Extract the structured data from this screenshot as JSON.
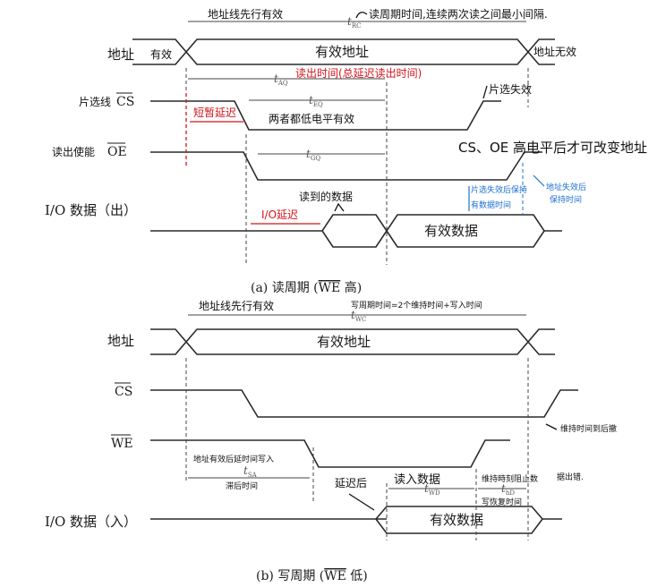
{
  "read": {
    "caption": "(a) 读周期 (WE 高)",
    "caption_main": "(a) 读周期 (",
    "caption_we": "WE",
    "caption_end": " 高)",
    "labels": {
      "addr": "地址",
      "cs": "片选线",
      "cs_sig": "CS",
      "oe": "读出使能",
      "oe_sig": "OE",
      "io": "I/O 数据（出）"
    },
    "boxes": {
      "addr": "有效地址",
      "data": "有效数据"
    },
    "timing": {
      "rc": "RC",
      "aq": "AQ",
      "eq": "EQ",
      "gq": "GQ"
    },
    "notes": {
      "addr_first": "地址线先行有效",
      "trc": "读周期时间,连续两次读之间最小间隔.",
      "invalid_left": "有效",
      "invalid_right": "地址无效",
      "taq": "读出时间(总延迟读出时间)",
      "cs_delay": "短暂延迟",
      "both_valid": "两者都低电平有效",
      "cs_invalid": "片选失效",
      "change": "CS、OE 高电平后才可改变地址",
      "read_data": "读到的数据",
      "io_delay": "I/O延迟",
      "hold1a": "片选失效后保持",
      "hold1b": "有数据时间",
      "hold2a": "地址失效后",
      "hold2b": "保持时间"
    }
  },
  "write": {
    "caption_main": "(b) 写周期 (",
    "caption_we": "WE",
    "caption_end": " 低)",
    "labels": {
      "addr": "地址",
      "cs_sig": "CS",
      "we_sig": "WE",
      "io": "I/O 数据（入）"
    },
    "boxes": {
      "addr": "有效地址",
      "data": "有效数据"
    },
    "timing": {
      "wc": "WC",
      "sa": "SA",
      "wd": "WD",
      "hd": "hD"
    },
    "notes": {
      "addr_first": "地址线先行有效",
      "twc": "写周期时间=2个维持时间+写入时间",
      "tsa1": "地址有效后延时间写入",
      "tsa2": "滞后时间",
      "delay": "延迟后",
      "write_data": "读入数据",
      "hold1": "维持時刻阻止数",
      "hold2": "写恢复时间",
      "hold3": "据出错.",
      "hold_cs": "维持时间到后撤"
    }
  },
  "colors": {
    "wave": "#2a2a2a",
    "annotation_red": "#d4141c",
    "annotation_blue": "#1e6fd0",
    "ink": "#111111"
  }
}
